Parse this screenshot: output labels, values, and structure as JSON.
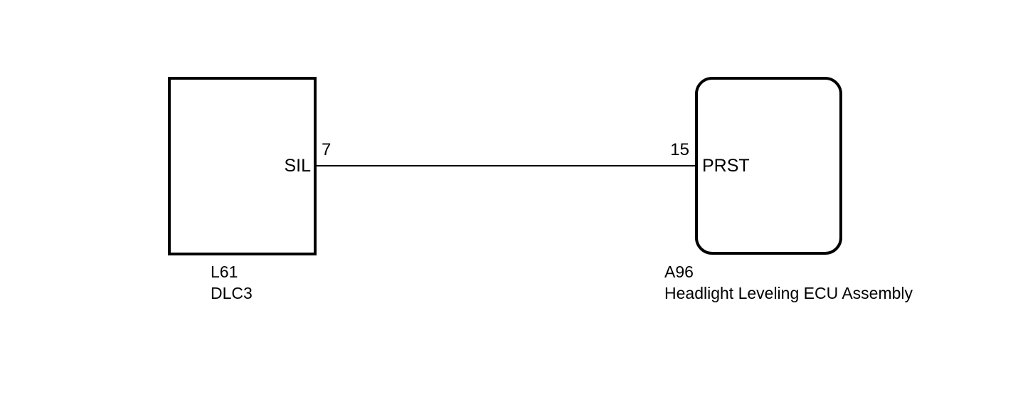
{
  "diagram": {
    "type": "automotive-wiring-diagram",
    "background_color": "#ffffff",
    "line_color": "#000000",
    "components": [
      {
        "id": "L61",
        "code": "L61",
        "name": "DLC3",
        "shape": "rectangle",
        "terminal": {
          "name": "SIL",
          "pin_number": "7"
        }
      },
      {
        "id": "A96",
        "code": "A96",
        "name": "Headlight Leveling ECU Assembly",
        "shape": "rounded-rectangle",
        "terminal": {
          "name": "PRST",
          "pin_number": "15"
        }
      }
    ],
    "connections": [
      {
        "from": "L61 SIL 7",
        "to": "A96 PRST 15"
      }
    ]
  }
}
